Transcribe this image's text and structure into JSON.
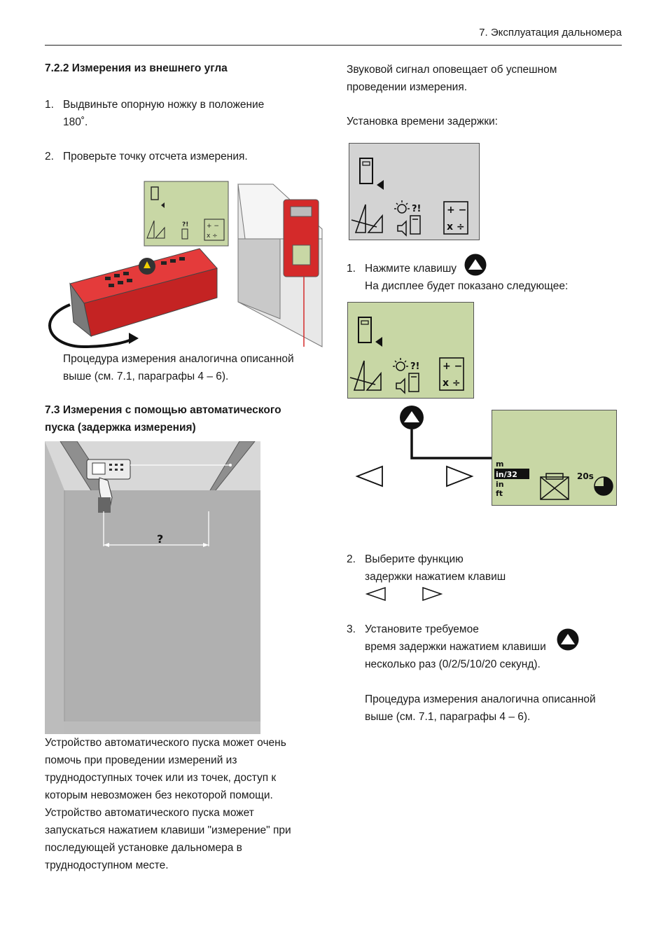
{
  "header": {
    "title": "7. Эксплуатация дальномера"
  },
  "left": {
    "section_722": {
      "heading": "7.2.2 Измерения из внешнего угла",
      "step1_num": "1.",
      "step1_line1": "Выдвиньте опорную ножку в положение",
      "step1_line2": "180˚.",
      "step2_num": "2.",
      "step2_text": "Проверьте точку отсчета измерения.",
      "procedure_line1": "Процедура измерения аналогична описанной",
      "procedure_line2": "выше (см. 7.1, параграфы 4 – 6)."
    },
    "section_73": {
      "heading_line1": "7.3 Измерения с помощью автоматического",
      "heading_line2": "пуска (задержка измерения)",
      "figure_label": "?",
      "body_lines": [
        "Устройство автоматического пуска может очень",
        "помочь при проведении измерений из",
        "труднодоступных точек или из точек, доступ к",
        "которым невозможен без некоторой помощи.",
        "Устройство автоматического пуска может",
        "запускаться нажатием клавиши \"измерение\" при",
        "последующей установке дальномера в",
        "труднодоступном месте."
      ]
    }
  },
  "right": {
    "beep_line1": "Звуковой сигнал оповещает об успешном",
    "beep_line2": "проведении измерения.",
    "delay_setup": "Установка времени задержки:",
    "step1_num": "1.",
    "step1_line1": "Нажмите клавишу",
    "step1_line2": "На дисплее будет показано следующее:",
    "step2_num": "2.",
    "step2_line1": "Выберите функцию",
    "step2_line2": "задержки нажатием клавиш",
    "step3_num": "3.",
    "step3_line1": "Установите требуемое",
    "step3_line2": "время задержки нажатием клавиши",
    "step3_line3": "несколько раз (0/2/5/10/20 секунд).",
    "procedure_line1": "Процедура измерения аналогична описанной",
    "procedure_line2": "выше (см. 7.1, параграфы 4 – 6)."
  },
  "display": {
    "light_label": "?!",
    "plus_minus": "+  −",
    "times_div": "x  ÷",
    "units": [
      "m",
      "in/32",
      "in",
      "ft"
    ],
    "delay_value": "20s"
  },
  "colors": {
    "lcd_green": "#c8d7a5",
    "device_red": "#d42a2a",
    "floor_gray": "#a8a8a8"
  }
}
